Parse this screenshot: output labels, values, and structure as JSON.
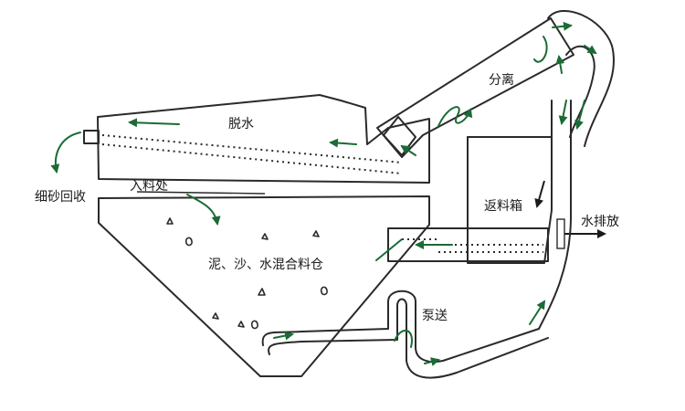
{
  "labels": {
    "dewater": "脱水",
    "separation": "分离",
    "fine_sand_recovery": "细砂回收",
    "feed_inlet": "入料处",
    "return_tank": "返料箱",
    "water_discharge": "水排放",
    "mixing_bin": "泥、沙、水混合料仓",
    "pumping": "泵送"
  },
  "colors": {
    "line": "#2a2a2a",
    "flow_arrow": "#1a6b35",
    "background": "#ffffff"
  }
}
